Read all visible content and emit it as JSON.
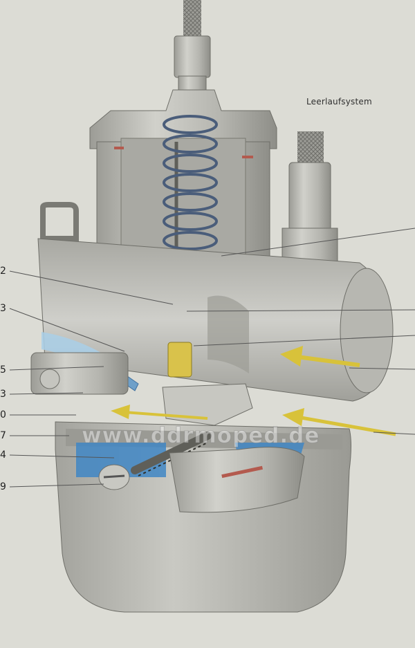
{
  "diagram": {
    "title": "Leerlaufsystem",
    "watermark": "www.ddrmoped.de",
    "callouts": [
      {
        "id": "c2",
        "label": "2"
      },
      {
        "id": "c3a",
        "label": "3"
      },
      {
        "id": "c5",
        "label": "5"
      },
      {
        "id": "c3b",
        "label": "3"
      },
      {
        "id": "c0",
        "label": "0"
      },
      {
        "id": "c7",
        "label": "7"
      },
      {
        "id": "c4",
        "label": "4"
      },
      {
        "id": "c9",
        "label": "9"
      }
    ],
    "colors": {
      "background": "#dcdcd5",
      "metal": "#b9b9b3",
      "metal_dark": "#8f8f89",
      "fuel": "#3f86c4",
      "airflow_arrow": "#d8c23a",
      "gasket": "#b35a4e"
    }
  }
}
